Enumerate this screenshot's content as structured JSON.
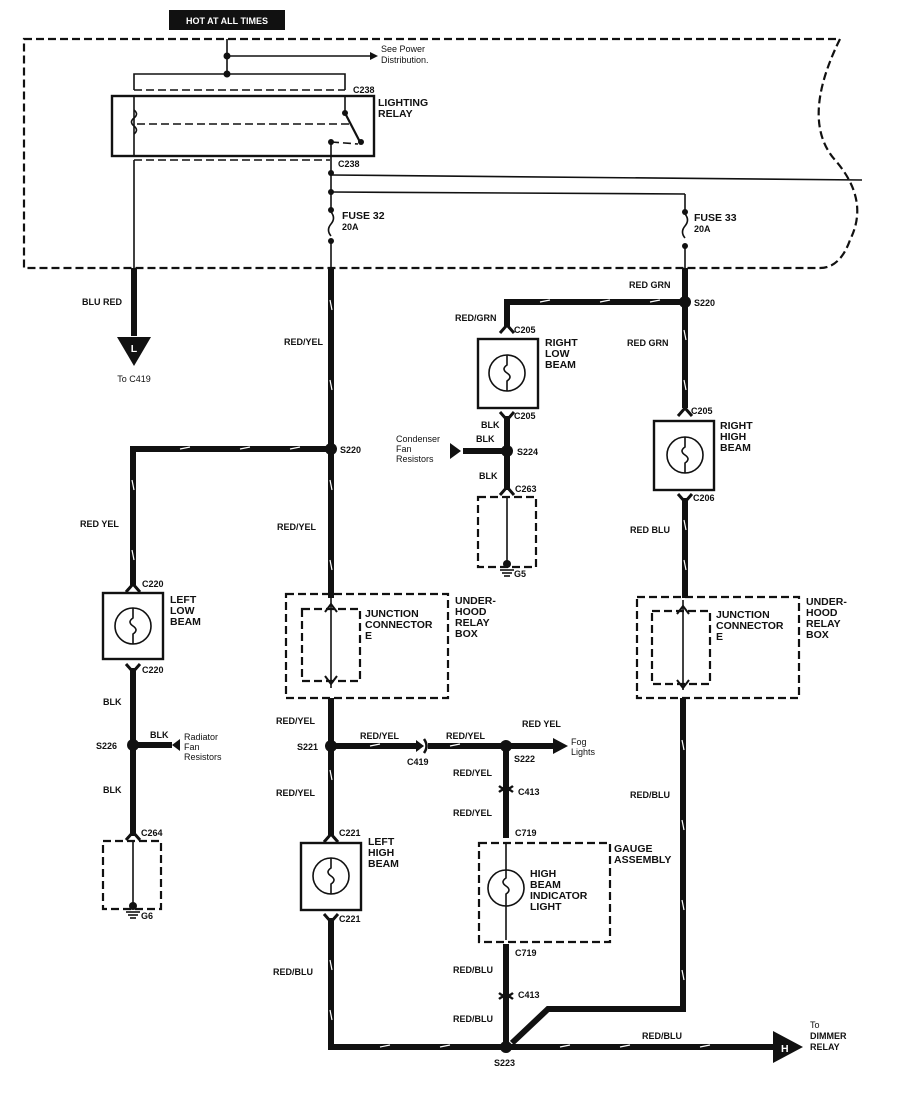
{
  "header": {
    "title": "HOT AT ALL TIMES"
  },
  "power": {
    "see_power": [
      "See Power",
      "Distribution."
    ]
  },
  "relay": {
    "label": [
      "LIGHTING",
      "RELAY"
    ],
    "conn_top": "C238",
    "conn_bot": "C238"
  },
  "fuses": [
    {
      "name": "FUSE 32",
      "rating": "20A"
    },
    {
      "name": "FUSE 33",
      "rating": "20A"
    }
  ],
  "wires": {
    "blu_red": "BLU RED",
    "red_yel": "RED/YEL",
    "red_yel_2": "RED YEL",
    "red_grn": "RED/GRN",
    "red_grn_2": "RED GRN",
    "blk": "BLK",
    "red_blu": "RED/BLU",
    "red_blu_2": "RED BLU"
  },
  "connectors": {
    "to_c419": "To C419",
    "L": "L",
    "H": "H",
    "to_dimmer": [
      "To",
      "DIMMER",
      "RELAY"
    ]
  },
  "splices": {
    "s220a": "S220",
    "s220b": "S220",
    "s224": "S224",
    "s226": "S226",
    "s221": "S221",
    "s222": "S222",
    "s223": "S223"
  },
  "conns": {
    "c205a": "C205",
    "c205b": "C205",
    "c205c": "C205",
    "c206": "C206",
    "c263": "C263",
    "c220a": "C220",
    "c220b": "C220",
    "c264": "C264",
    "c221a": "C221",
    "c221b": "C221",
    "c419": "C419",
    "c413a": "C413",
    "c413b": "C413",
    "c719a": "C719",
    "c719b": "C719"
  },
  "grounds": {
    "g5": "G5",
    "g6": "G6"
  },
  "components": {
    "right_low": [
      "RIGHT",
      "LOW",
      "BEAM"
    ],
    "right_high": [
      "RIGHT",
      "HIGH",
      "BEAM"
    ],
    "left_low": [
      "LEFT",
      "LOW",
      "BEAM"
    ],
    "left_high": [
      "LEFT",
      "HIGH",
      "BEAM"
    ],
    "indicator": [
      "HIGH",
      "BEAM",
      "INDICATOR",
      "LIGHT"
    ],
    "gauge": [
      "GAUGE",
      "ASSEMBLY"
    ],
    "junction": [
      "JUNCTION",
      "CONNECTOR",
      "E"
    ],
    "underhood": [
      "UNDER-",
      "HOOD",
      "RELAY",
      "BOX"
    ],
    "condenser": [
      "Condenser",
      "Fan",
      "Resistors"
    ],
    "radiator": [
      "Radiator",
      "Fan",
      "Resistors"
    ],
    "fog": [
      "Fog",
      "Lights"
    ]
  }
}
